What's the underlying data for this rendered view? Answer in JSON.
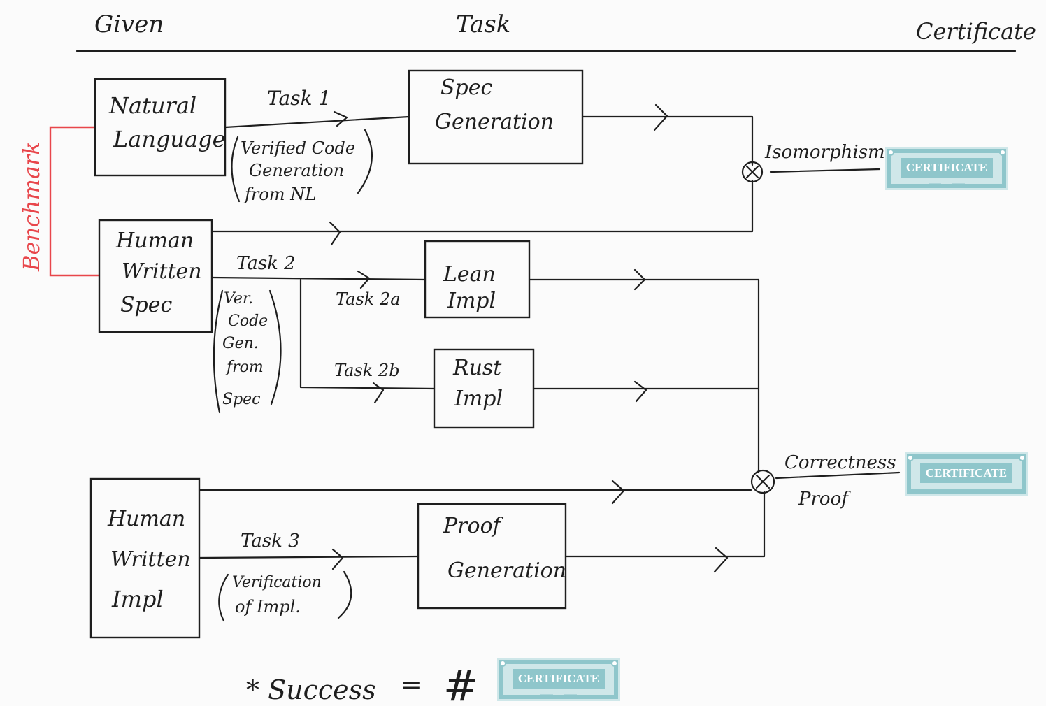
{
  "header": {
    "col_given": "Given",
    "col_task": "Task",
    "col_certificate": "Certificate"
  },
  "sidebar": {
    "benchmark_label": "Benchmark"
  },
  "inputs": {
    "nl_line1": "Natural",
    "nl_line2": "Language",
    "spec_line1": "Human",
    "spec_line2": "Written",
    "spec_line3": "Spec",
    "impl_line1": "Human",
    "impl_line2": "Written",
    "impl_line3": "Impl"
  },
  "tasks": {
    "task1_label": "Task 1",
    "task1_desc1": "Verified Code",
    "task1_desc2": "Generation",
    "task1_desc3": "from NL",
    "task2_label": "Task 2",
    "task2_desc1": "Ver.",
    "task2_desc2": "Code",
    "task2_desc3": "Gen.",
    "task2_desc4": "from",
    "task2_desc5": "Spec",
    "task2a_label": "Task 2a",
    "task2b_label": "Task 2b",
    "task3_label": "Task 3",
    "task3_desc1": "Verification",
    "task3_desc2": "of Impl."
  },
  "outputs": {
    "specgen_line1": "Spec",
    "specgen_line2": "Generation",
    "lean_line1": "Lean",
    "lean_line2": "Impl",
    "rust_line1": "Rust",
    "rust_line2": "Impl",
    "proof_line1": "Proof",
    "proof_line2": "Generation"
  },
  "certificates": {
    "isomorphism_label": "Isomorphism",
    "correctness_label": "Correctness",
    "proof_label": "Proof",
    "badge_text": "CERTIFICATE",
    "badge_color": "#8fc6cb"
  },
  "footer": {
    "success_label": "* Success",
    "equals": "=",
    "hash": "#"
  }
}
